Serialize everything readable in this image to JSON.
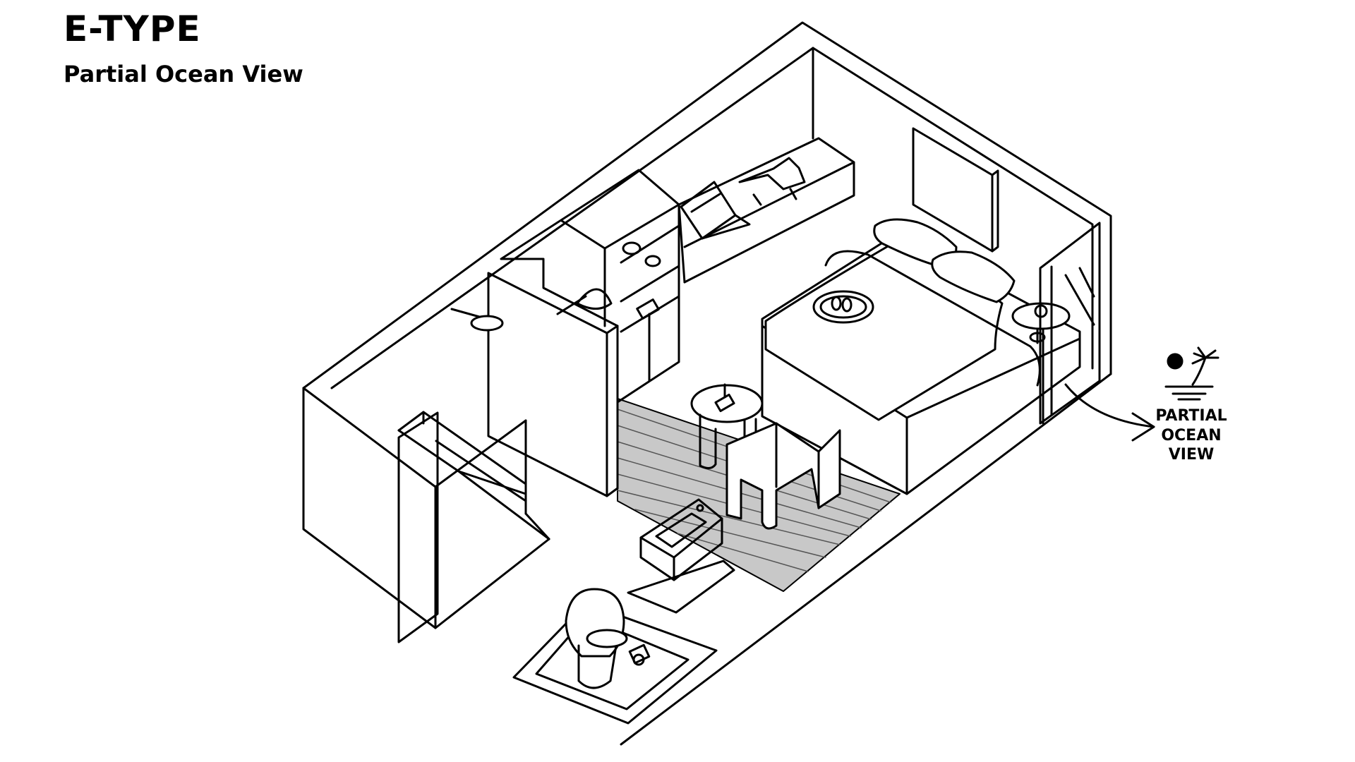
{
  "header": {
    "title": "E-TYPE",
    "subtitle": "Partial Ocean View"
  },
  "view_callout": {
    "lines": [
      "PARTIAL",
      "OCEAN",
      "VIEW"
    ],
    "icon": "sun-palm-island-icon"
  },
  "colors": {
    "line": "#000000",
    "background": "#ffffff",
    "floor": "#c8c8c8"
  }
}
